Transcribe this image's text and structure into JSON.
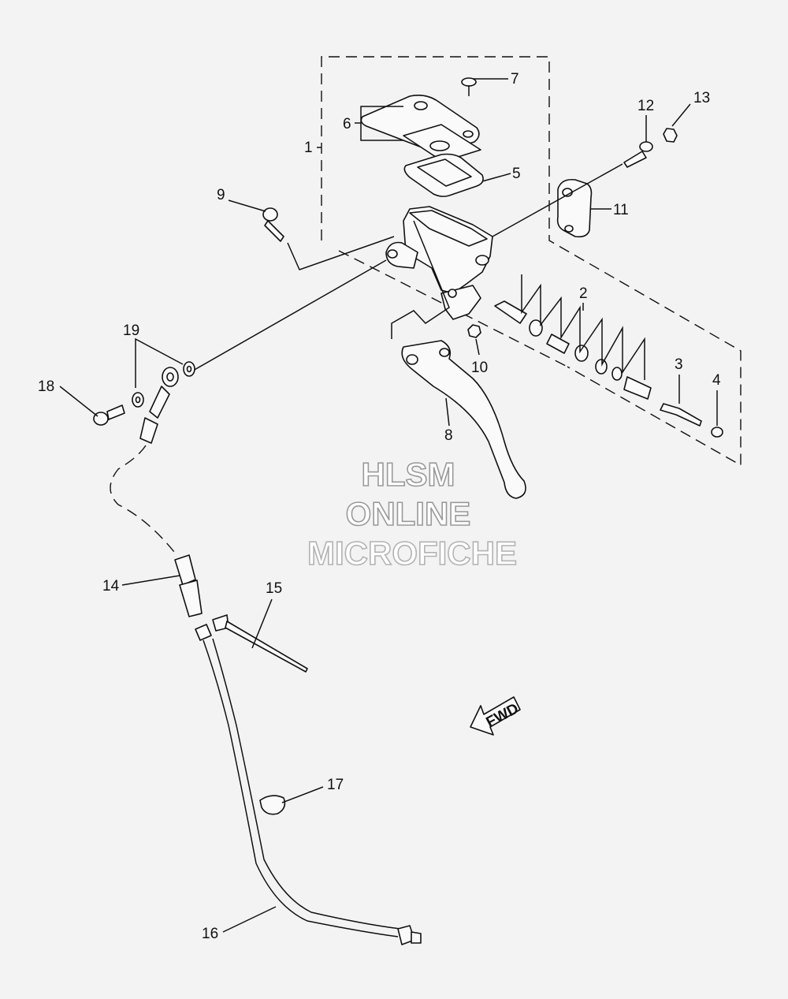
{
  "labels": [
    "1",
    "2",
    "3",
    "4",
    "5",
    "6",
    "7",
    "8",
    "9",
    "10",
    "11",
    "12",
    "13",
    "14",
    "15",
    "16",
    "17",
    "18",
    "19"
  ],
  "watermark": {
    "line1": "HLSM",
    "line2": "ONLINE",
    "line3": "MICROFICHE"
  },
  "fwd_label": "FWD",
  "colors": {
    "background": "#f3f3f3",
    "ink": "#111111",
    "watermark": "#9a9a9a"
  }
}
